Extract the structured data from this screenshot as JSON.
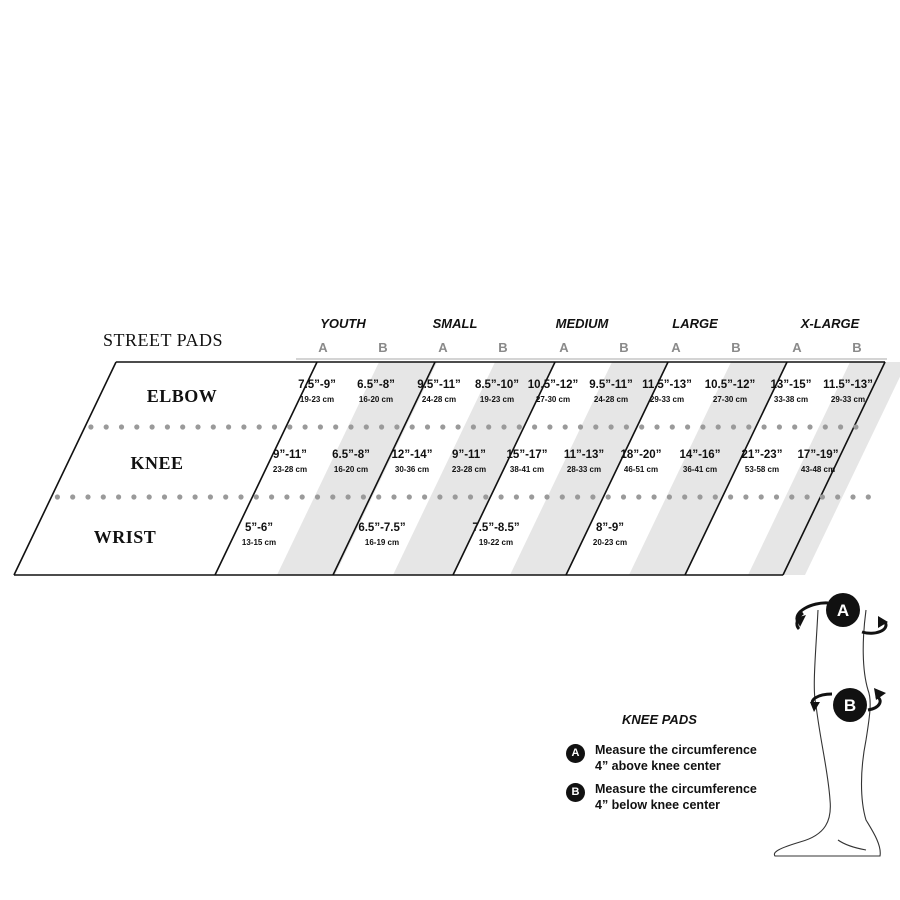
{
  "chart_title": "STREET PADS",
  "sizes": [
    {
      "name": "YOUTH",
      "a": "A",
      "b": "B"
    },
    {
      "name": "SMALL",
      "a": "A",
      "b": "B"
    },
    {
      "name": "MEDIUM",
      "a": "A",
      "b": "B"
    },
    {
      "name": "LARGE",
      "a": "A",
      "b": "B"
    },
    {
      "name": "X-LARGE",
      "a": "A",
      "b": "B"
    }
  ],
  "rows": [
    {
      "label": "ELBOW",
      "cells": [
        {
          "in": "7.5”-9”",
          "cm": "19-23 cm"
        },
        {
          "in": "6.5”-8”",
          "cm": "16-20 cm"
        },
        {
          "in": "9.5”-11”",
          "cm": "24-28 cm"
        },
        {
          "in": "8.5”-10”",
          "cm": "19-23 cm"
        },
        {
          "in": "10.5”-12”",
          "cm": "27-30 cm"
        },
        {
          "in": "9.5”-11”",
          "cm": "24-28 cm"
        },
        {
          "in": "11.5”-13”",
          "cm": "29-33 cm"
        },
        {
          "in": "10.5”-12”",
          "cm": "27-30 cm"
        },
        {
          "in": "13”-15”",
          "cm": "33-38 cm"
        },
        {
          "in": "11.5”-13”",
          "cm": "29-33 cm"
        }
      ]
    },
    {
      "label": "KNEE",
      "cells": [
        {
          "in": "9”-11”",
          "cm": "23-28 cm"
        },
        {
          "in": "6.5”-8”",
          "cm": "16-20 cm"
        },
        {
          "in": "12”-14”",
          "cm": "30-36 cm"
        },
        {
          "in": "9”-11”",
          "cm": "23-28 cm"
        },
        {
          "in": "15”-17”",
          "cm": "38-41 cm"
        },
        {
          "in": "11”-13”",
          "cm": "28-33 cm"
        },
        {
          "in": "18”-20”",
          "cm": "46-51 cm"
        },
        {
          "in": "14”-16”",
          "cm": "36-41 cm"
        },
        {
          "in": "21”-23”",
          "cm": "53-58 cm"
        },
        {
          "in": "17”-19”",
          "cm": "43-48 cm"
        }
      ]
    },
    {
      "label": "WRIST",
      "cells": [
        {
          "in": "5”-6”",
          "cm": "13-15 cm"
        },
        null,
        {
          "in": "6.5”-7.5”",
          "cm": "16-19 cm"
        },
        null,
        {
          "in": "7.5”-8.5”",
          "cm": "19-22 cm"
        },
        null,
        {
          "in": "8”-9”",
          "cm": "20-23 cm"
        },
        null,
        null,
        null
      ]
    }
  ],
  "knee_pads": {
    "title": "KNEE PADS",
    "a_badge": "A",
    "a_line1": "Measure the circumference",
    "a_line2": "4” above knee center",
    "b_badge": "B",
    "b_line1": "Measure the circumference",
    "b_line2": "4” below knee center"
  },
  "diagram": {
    "marker_a": "A",
    "marker_b": "B"
  },
  "colors": {
    "stripe": "#e6e6e6",
    "line": "#111111",
    "dots": "#9a9a9a",
    "letters": "#8a8a8a"
  }
}
